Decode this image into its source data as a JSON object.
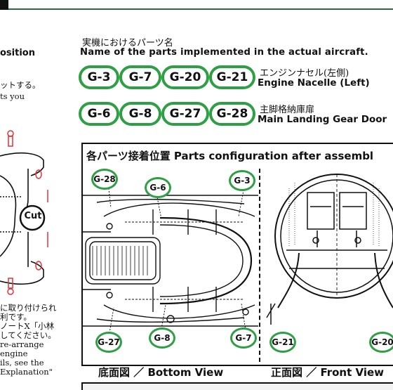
{
  "left_column": {
    "heading_fragment": "osition",
    "text_lines_top": [
      "ットする。",
      "ts you"
    ],
    "cut_label": "Cut",
    "text_lines_bottom": [
      "に取り付けられ",
      "利です。",
      "ノートX「小林",
      "してください。",
      "re-arrange",
      "engine",
      "ils, see the",
      "Explanation\""
    ]
  },
  "parts_header": {
    "title_jp": "実機におけるパーツ名",
    "title_en": "Name of the parts implemented in the actual aircraft."
  },
  "part_groups": [
    {
      "codes": [
        "G-3",
        "G-7",
        "G-20",
        "G-21"
      ],
      "name_jp": "エンジンナセル(左側)",
      "name_en": "Engine Nacelle (Left)"
    },
    {
      "codes": [
        "G-6",
        "G-8",
        "G-27",
        "G-28"
      ],
      "name_jp": "主脚格納庫扉",
      "name_en": "Main Landing Gear Door"
    }
  ],
  "diagram": {
    "title": "各パーツ接着位置 Parts configuration after assembl",
    "callouts_bottom": [
      "G-28",
      "G-6",
      "G-3",
      "G-27",
      "G-8",
      "G-7"
    ],
    "callouts_front": [
      "G-21",
      "G-20"
    ],
    "bottom_view_label": "底面図 ／ Bottom View",
    "front_view_label": "正面図 ／ Front View"
  },
  "colors": {
    "accent_green": "#2e9f45",
    "frame_green": "#2a6b3e"
  }
}
